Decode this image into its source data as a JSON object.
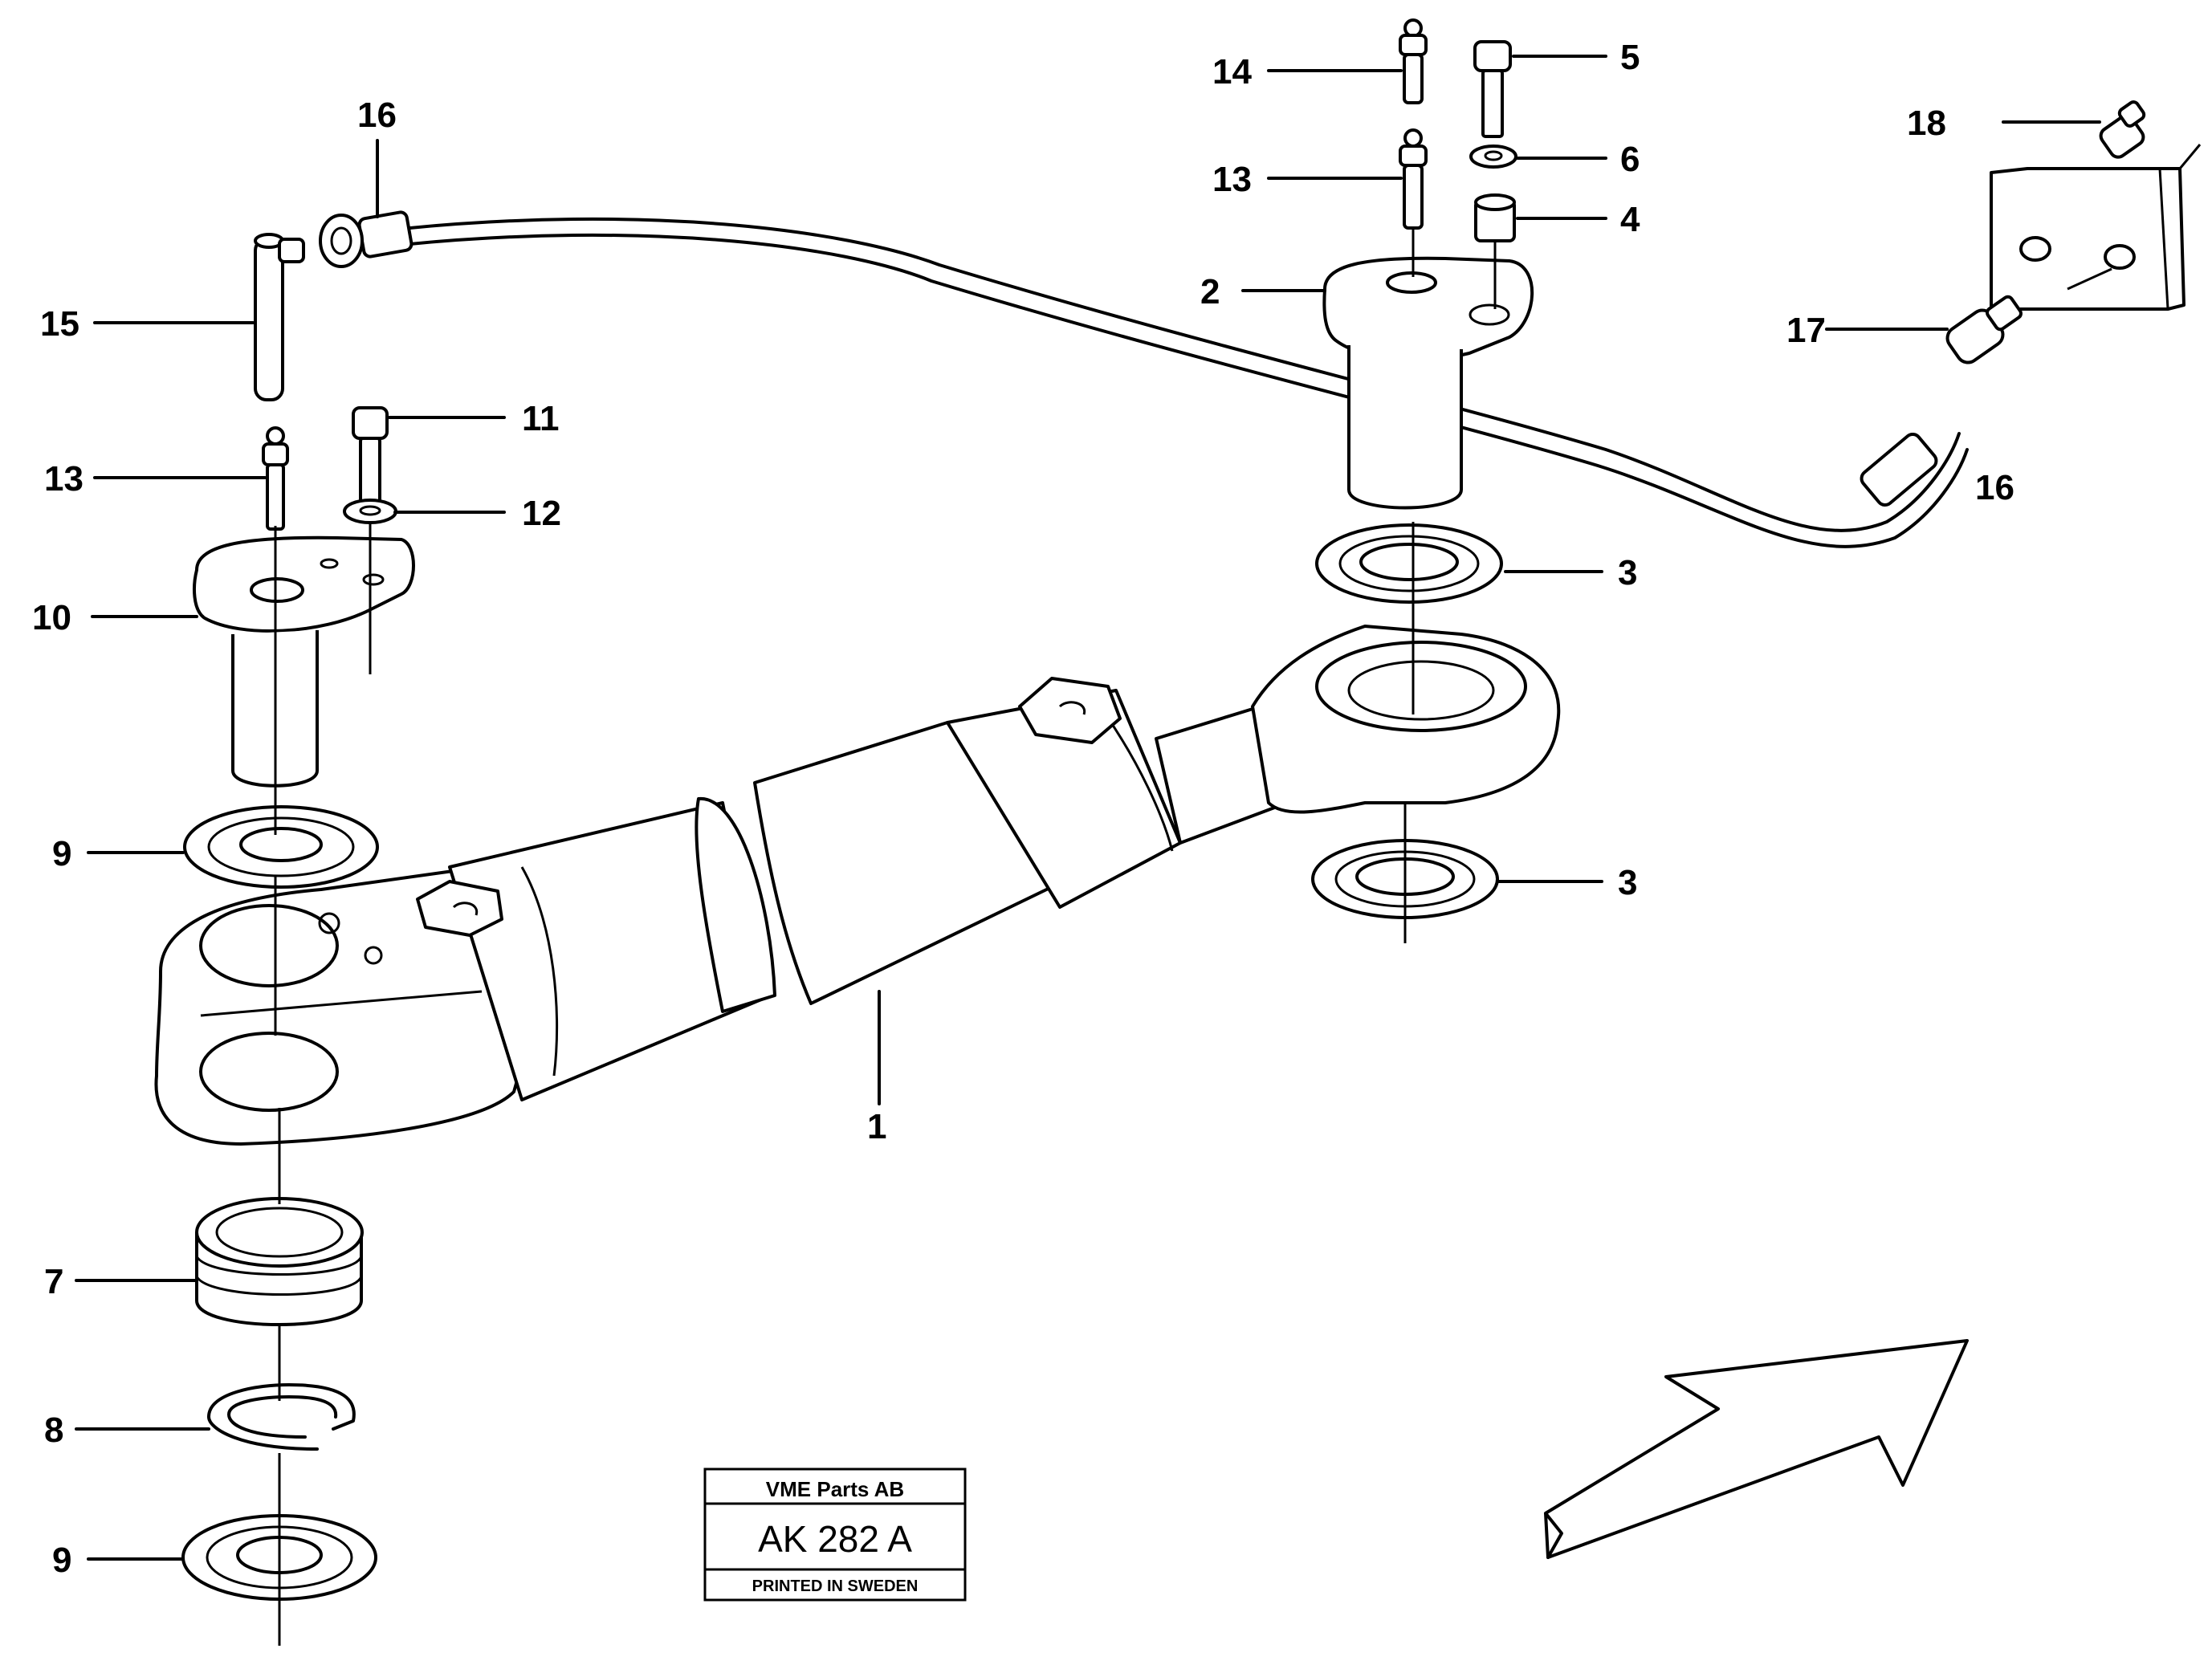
{
  "callouts": [
    {
      "id": "1",
      "label": "1"
    },
    {
      "id": "2",
      "label": "2"
    },
    {
      "id": "3a",
      "label": "3"
    },
    {
      "id": "3b",
      "label": "3"
    },
    {
      "id": "4",
      "label": "4"
    },
    {
      "id": "5",
      "label": "5"
    },
    {
      "id": "6",
      "label": "6"
    },
    {
      "id": "7",
      "label": "7"
    },
    {
      "id": "8",
      "label": "8"
    },
    {
      "id": "9a",
      "label": "9"
    },
    {
      "id": "9b",
      "label": "9"
    },
    {
      "id": "10",
      "label": "10"
    },
    {
      "id": "11",
      "label": "11"
    },
    {
      "id": "12",
      "label": "12"
    },
    {
      "id": "13a",
      "label": "13"
    },
    {
      "id": "13b",
      "label": "13"
    },
    {
      "id": "14",
      "label": "14"
    },
    {
      "id": "15",
      "label": "15"
    },
    {
      "id": "16a",
      "label": "16"
    },
    {
      "id": "16b",
      "label": "16"
    },
    {
      "id": "17",
      "label": "17"
    },
    {
      "id": "18",
      "label": "18"
    }
  ],
  "stamp": {
    "company": "VME Parts AB",
    "code": "AK 282 A",
    "printed": "PRINTED IN SWEDEN"
  },
  "direction_arrow": "front-direction-arrow"
}
